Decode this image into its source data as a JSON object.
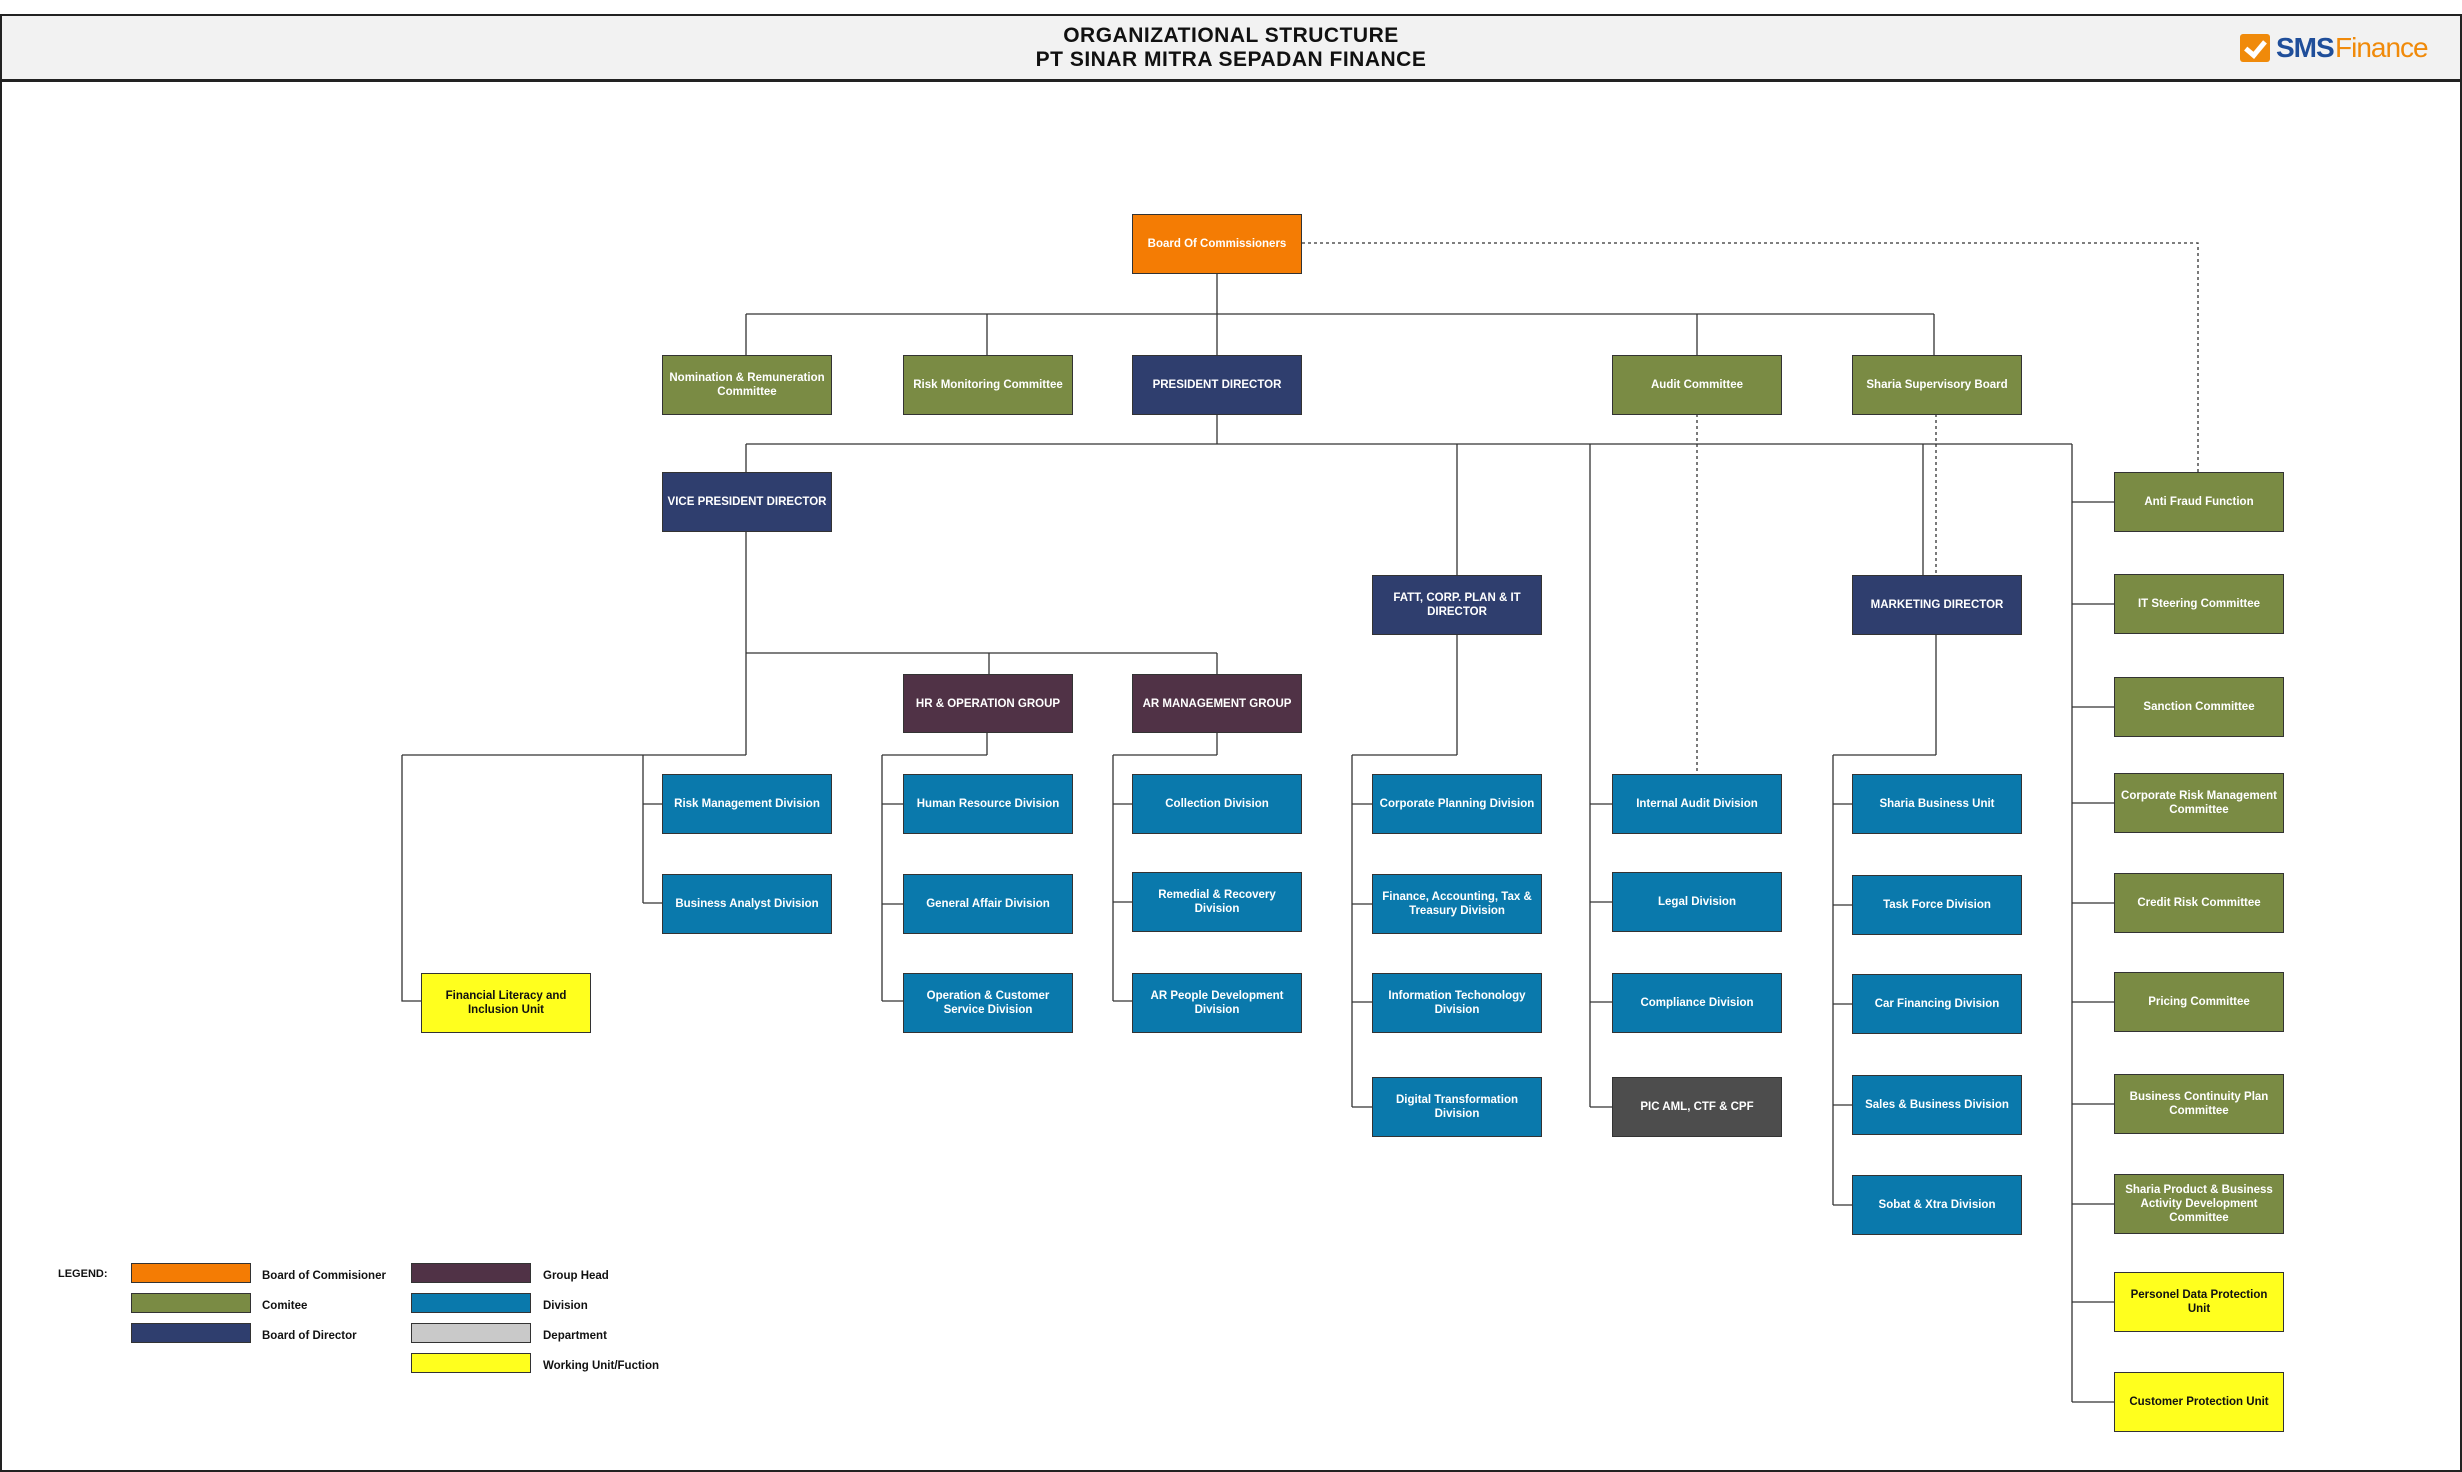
{
  "header": {
    "title_line1": "ORGANIZATIONAL STRUCTURE",
    "title_line2": "PT SINAR MITRA SEPADAN FINANCE",
    "logo_text_a": "SMS",
    "logo_text_b": "Finance"
  },
  "colors": {
    "board_of_commissioner": "#f47c04",
    "comitee": "#7a8b44",
    "board_of_director": "#2f3e6e",
    "group_head": "#503246",
    "division": "#0a79ac",
    "department": "#c9c9c9",
    "working_unit": "#ffff1e",
    "pic": "#4d4d4d"
  },
  "nodes": {
    "board_of_commissioners": "Board Of Commissioners",
    "nomination_committee": "Nomination & Remuneration Committee",
    "risk_monitoring_committee": "Risk Monitoring Committee",
    "president_director": "PRESIDENT DIRECTOR",
    "audit_committee": "Audit Committee",
    "sharia_supervisory_board": "Sharia Supervisory Board",
    "vice_president_director": "VICE PRESIDENT DIRECTOR",
    "hr_operation_group": "HR & OPERATION GROUP",
    "ar_management_group": "AR MANAGEMENT GROUP",
    "fatt_director": "FATT, CORP. PLAN & IT DIRECTOR",
    "marketing_director": "MARKETING DIRECTOR",
    "financial_literacy_unit": "Financial Literacy and Inclusion Unit",
    "risk_management_division": "Risk Management Division",
    "business_analyst_division": "Business Analyst Division",
    "human_resource_division": "Human Resource Division",
    "general_affair_division": "General Affair Division",
    "operation_customer_service_division": "Operation & Customer Service Division",
    "collection_division": "Collection Division",
    "remedial_recovery_division": "Remedial & Recovery Division",
    "ar_people_development_division": "AR People Development Division",
    "corporate_planning_division": "Corporate Planning Division",
    "finance_accounting_division": "Finance, Accounting, Tax & Treasury Division",
    "information_technology_division": "Information Techonology Division",
    "digital_transformation_division": "Digital Transformation Division",
    "internal_audit_division": "Internal Audit Division",
    "legal_division": "Legal Division",
    "compliance_division": "Compliance Division",
    "pic_aml": "PIC AML, CTF & CPF",
    "sharia_business_unit": "Sharia Business Unit",
    "task_force_division": "Task Force Division",
    "car_financing_division": "Car Financing Division",
    "sales_business_division": "Sales & Business Division",
    "sobat_xtra_division": "Sobat & Xtra Division",
    "anti_fraud_function": "Anti Fraud Function",
    "it_steering_committee": "IT Steering Committee",
    "sanction_committee": "Sanction Committee",
    "corporate_risk_management_committee": "Corporate Risk Management Committee",
    "credit_risk_committee": "Credit Risk Committee",
    "pricing_committee": "Pricing Committee",
    "business_continuity_plan_committee": "Business Continuity Plan Committee",
    "sharia_product_committee": "Sharia Product & Business Activity Development Committee",
    "personel_data_protection_unit": "Personel Data Protection Unit",
    "customer_protection_unit": "Customer Protection Unit"
  },
  "legend": {
    "title": "LEGEND:",
    "board_of_commisioner": "Board of Commisioner",
    "comitee": "Comitee",
    "board_of_director": "Board of Director",
    "group_head": "Group Head",
    "division": "Division",
    "department": "Department",
    "working_unit": "Working Unit/Fuction"
  }
}
